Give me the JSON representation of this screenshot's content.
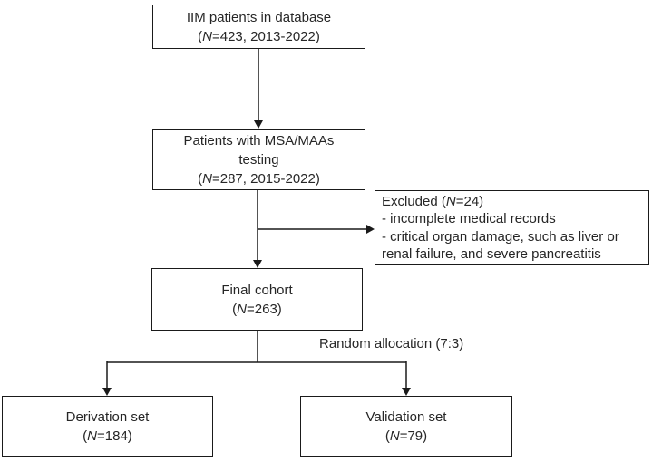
{
  "diagram": {
    "title": "IIM patient selection flowchart",
    "colors": {
      "background": "#ffffff",
      "line": "#1a1a1a",
      "text": "#262626"
    },
    "boxes": {
      "database": {
        "line1": "IIM patients in database",
        "paren_open": "(",
        "n": "N",
        "n_rest": "=423, 2013-2022)"
      },
      "msa_testing": {
        "line1": "Patients with MSA/MAAs",
        "line2": "testing",
        "paren_open": "(",
        "n": "N",
        "n_rest": "=287, 2015-2022)"
      },
      "excluded": {
        "title_prefix": "Excluded (",
        "n": "N",
        "title_suffix": "=24)",
        "bullet1": "- incomplete medical records",
        "bullet2_line1": "- critical organ damage, such as liver or",
        "bullet2_line2": "renal failure, and severe pancreatitis"
      },
      "final_cohort": {
        "line1": "Final cohort",
        "paren_open": "(",
        "n": "N",
        "n_rest": "=263)"
      },
      "derivation": {
        "line1": "Derivation set",
        "paren_open": "(",
        "n": "N",
        "n_rest": "=184)"
      },
      "validation": {
        "line1": "Validation set",
        "paren_open": "(",
        "n": "N",
        "n_rest": "=79)"
      }
    },
    "labels": {
      "random_allocation": "Random allocation (7:3)"
    }
  }
}
